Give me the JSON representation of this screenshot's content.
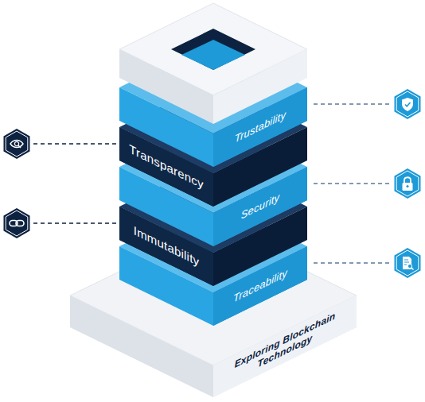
{
  "diagram": {
    "nodes": [
      {
        "text": [
          "Trustability"
        ]
      },
      {
        "text": [
          "Transparency"
        ]
      },
      {
        "text": [
          "Security"
        ]
      },
      {
        "text": [
          "Immutability"
        ]
      },
      {
        "text": [
          "Traceability"
        ]
      },
      {
        "text": [
          "Exploring Blockchain Technology"
        ]
      }
    ]
  }
}
